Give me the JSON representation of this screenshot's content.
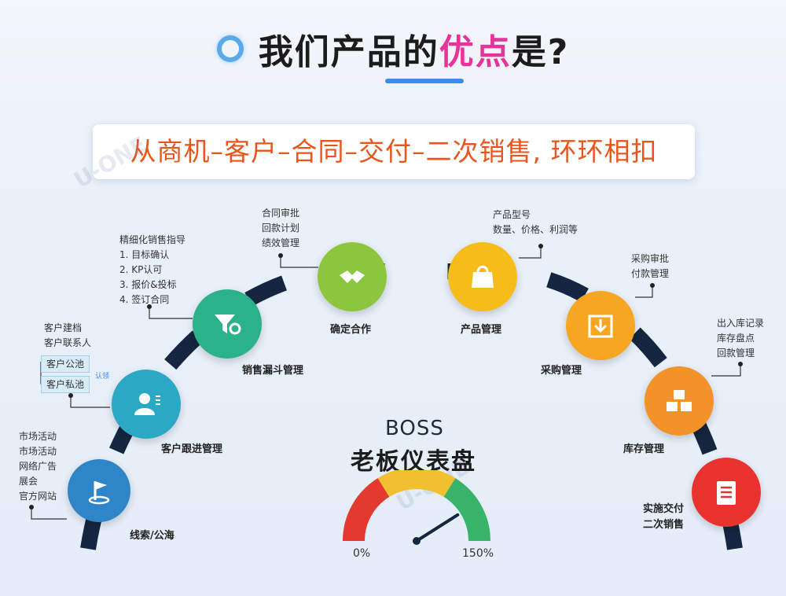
{
  "title": {
    "pre": "我们产品的",
    "highlight": "优点",
    "post": "是?"
  },
  "slogan": "从商机–客户–合同–交付–二次销售, 环环相扣",
  "stages": [
    {
      "key": "leads",
      "label": "线索/公海",
      "color": "#2e86c9",
      "icon": "flag-icon",
      "notes": [
        "市场活动",
        "市场活动",
        "网络广告",
        "展会",
        "官方网站"
      ]
    },
    {
      "key": "customer",
      "label": "客户跟进管理",
      "color": "#2aa8c4",
      "icon": "user-icon",
      "notes": [
        "客户建档",
        "客户联系人"
      ],
      "pools": [
        "客户公池",
        "客户私池"
      ],
      "pool_tag": "认领"
    },
    {
      "key": "funnel",
      "label": "销售漏斗管理",
      "color": "#2bb28a",
      "icon": "funnel-icon",
      "notes": [
        "精细化销售指导",
        "1. 目标确认",
        "2. KP认可",
        "3. 报价&投标",
        "4. 签订合同"
      ]
    },
    {
      "key": "deal",
      "label": "确定合作",
      "color": "#8cc63f",
      "icon": "handshake-icon",
      "notes": [
        "合同审批",
        "回款计划",
        "绩效管理"
      ]
    },
    {
      "key": "product",
      "label": "产品管理",
      "color": "#f6bd1a",
      "icon": "bag-icon",
      "notes": [
        "产品型号",
        "数量、价格、利润等"
      ]
    },
    {
      "key": "purchase",
      "label": "采购管理",
      "color": "#f6a623",
      "icon": "download-icon",
      "notes": [
        "采购审批",
        "付款管理"
      ]
    },
    {
      "key": "stock",
      "label": "库存管理",
      "color": "#f39228",
      "icon": "boxes-icon",
      "notes": [
        "出入库记录",
        "库存盘点",
        "回款管理"
      ]
    },
    {
      "key": "delivery",
      "label": "实施交付\n二次销售",
      "label_lines": [
        "实施交付",
        "二次销售"
      ],
      "color": "#e8322e",
      "icon": "clipboard-icon",
      "notes": []
    }
  ],
  "gauge": {
    "en": "BOSS",
    "cn": "老板仪表盘",
    "min_label": "0%",
    "max_label": "150%",
    "needle_fraction": 0.82
  },
  "colors": {
    "arc": "#152640",
    "accent": "#e8339a",
    "slogan": "#e8561e"
  },
  "watermark": "U-ONE"
}
